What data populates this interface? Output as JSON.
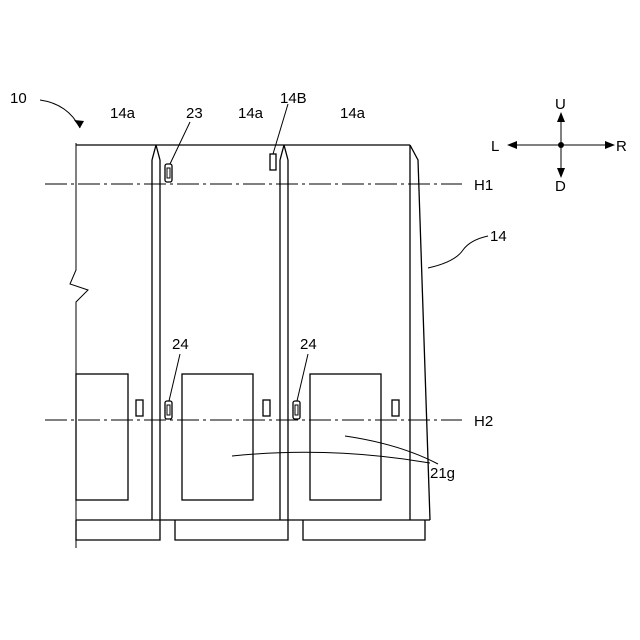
{
  "labels": {
    "ref_10": "10",
    "ref_14a_left": "14a",
    "ref_23": "23",
    "ref_14a_mid": "14a",
    "ref_14B": "14B",
    "ref_14a_right": "14a",
    "ref_14": "14",
    "ref_H1": "H1",
    "ref_H2": "H2",
    "ref_24_left": "24",
    "ref_24_right": "24",
    "ref_21g": "21g"
  },
  "directions": {
    "up": "U",
    "down": "D",
    "left": "L",
    "right": "R"
  }
}
